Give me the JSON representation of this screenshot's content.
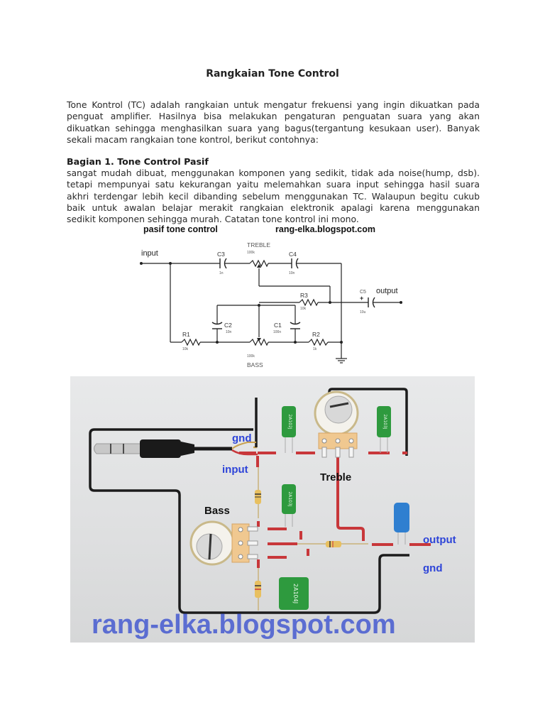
{
  "document": {
    "title": "Rangkaian Tone Control",
    "intro_lines": [
      "Tone Kontrol (TC) adalah rangkaian untuk mengatur frekuensi yang ingin dikuatkan pada",
      "penguat amplifier. Hasilnya bisa melakukan pengaturan penguatan suara yang akan",
      "dikuatkan sehingga menghasilkan suara yang bagus(tergantung kesukaan user). Banyak",
      "sekali macam rangkaian tone kontrol, berikut contohnya:"
    ],
    "section1": {
      "heading": "Bagian 1. Tone Control Pasif",
      "lines": [
        "sangat mudah dibuat, menggunakan komponen yang sedikit, tidak ada noise(hump, dsb).",
        "tetapi mempunyai satu kekurangan yaitu melemahkan suara input sehingga hasil suara",
        "akhri terdengar lebih kecil dibanding sebelum menggunakan TC. Walaupun begitu cukub",
        "baik untuk awalan belajar merakit rangkaian elektronik apalagi karena menggunakan",
        "sedikit komponen sehingga murah. Catatan tone kontrol ini mono."
      ]
    }
  },
  "schematic": {
    "title_left": "pasif tone control",
    "title_right": "rang-elka.blogspot.com",
    "input_label": "input",
    "output_label": "output",
    "treble_label": "TREBLE",
    "bass_label": "BASS",
    "components": {
      "C3": {
        "name": "C3",
        "value": "1n"
      },
      "C4": {
        "name": "C4",
        "value": "10n"
      },
      "treble_pot": {
        "value": "100k"
      },
      "R3": {
        "name": "R3",
        "value": "10k"
      },
      "C5": {
        "name": "C5",
        "value": "10u",
        "polarity": "+"
      },
      "C2": {
        "name": "C2",
        "value": "10n"
      },
      "C1": {
        "name": "C1",
        "value": "100n"
      },
      "R1": {
        "name": "R1",
        "value": "10k"
      },
      "R2": {
        "name": "R2",
        "value": "1k"
      },
      "bass_pot": {
        "value": "100k"
      }
    }
  },
  "photo": {
    "labels": {
      "gnd_top": "gnd",
      "input": "input",
      "treble": "Treble",
      "bass": "Bass",
      "output": "output",
      "gnd_bottom": "gnd"
    },
    "cap_markings": {
      "treble_left": "2A102J",
      "treble_right": "2A103J",
      "bass_top": "2A103J",
      "bass_bottom": "2A104J"
    },
    "watermark": "rang-elka.blogspot.com",
    "colors": {
      "label_blue": "#2d44d8",
      "watermark_blue": "#4055d0",
      "cap_green": "#2e9a3e",
      "elco_blue": "#2f7fd0",
      "wire_red": "#c8373a",
      "wire_black": "#1c1c1c"
    }
  }
}
